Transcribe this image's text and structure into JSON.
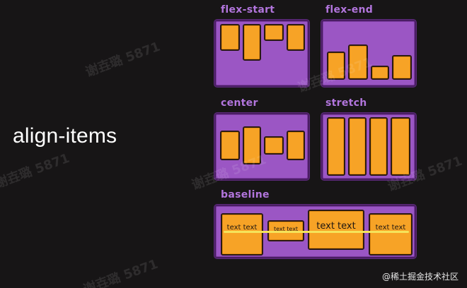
{
  "title": "align-items",
  "labels": {
    "flex_start": "flex-start",
    "flex_end": "flex-end",
    "center": "center",
    "stretch": "stretch",
    "baseline": "baseline"
  },
  "baseline_boxes": [
    "text text",
    "text text",
    "text text",
    "text text"
  ],
  "watermark": "谢壵璐 5871",
  "credit": "@稀土掘金技术社区",
  "colors": {
    "background": "#171516",
    "panel": "#9b56c4",
    "item": "#f7a326",
    "label": "#b275dd",
    "baseline": "#f5e35a"
  }
}
